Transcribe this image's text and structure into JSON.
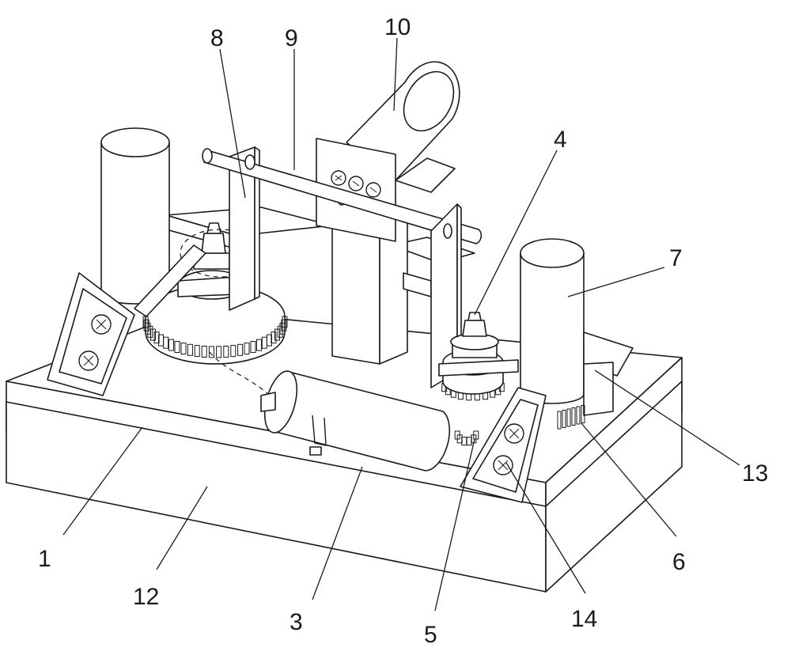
{
  "figure": {
    "labels": [
      {
        "id": "label-1",
        "text": "1"
      },
      {
        "id": "label-3",
        "text": "3"
      },
      {
        "id": "label-4",
        "text": "4"
      },
      {
        "id": "label-5",
        "text": "5"
      },
      {
        "id": "label-6",
        "text": "6"
      },
      {
        "id": "label-7",
        "text": "7"
      },
      {
        "id": "label-8",
        "text": "8"
      },
      {
        "id": "label-9",
        "text": "9"
      },
      {
        "id": "label-10",
        "text": "10"
      },
      {
        "id": "label-12",
        "text": "12"
      },
      {
        "id": "label-13",
        "text": "13"
      },
      {
        "id": "label-14",
        "text": "14"
      }
    ]
  }
}
